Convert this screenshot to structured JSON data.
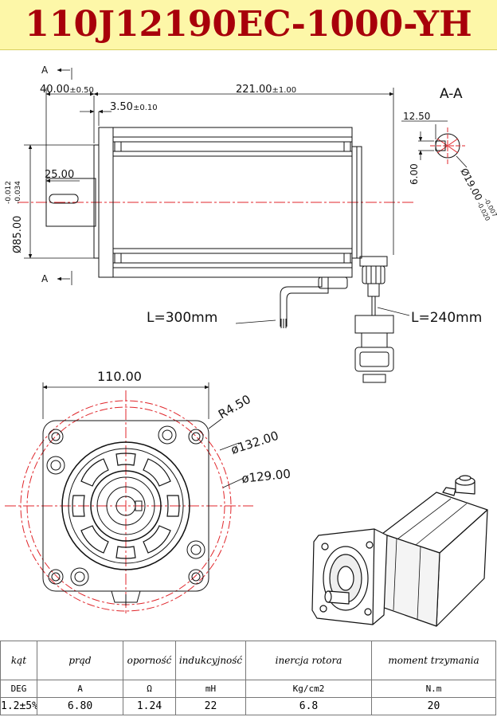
{
  "title": "110J12190EC-1000-YH",
  "side_view": {
    "section_marker_top": "A",
    "section_marker_bottom": "A",
    "dim_flange_thickness": "40.00",
    "dim_flange_thickness_tol": "±0.50",
    "dim_body_length": "221.00",
    "dim_body_length_tol": "±1.00",
    "dim_boss": "3.50",
    "dim_boss_tol": "±0.10",
    "dim_shaft_length": "25.00",
    "dim_pilot_dia": "Ø85.00",
    "dim_pilot_tol_upper": "-0.012",
    "dim_pilot_tol_lower": "-0.034",
    "cable_motor": "L=300mm",
    "cable_encoder": "L=240mm"
  },
  "section": {
    "label": "A-A",
    "dim_key_width": "12.50",
    "dim_key_depth": "6.00",
    "dim_shaft_dia": "Ø19.00",
    "dim_shaft_tol_upper": "-0.007",
    "dim_shaft_tol_lower": "-0.020"
  },
  "front_view": {
    "dim_flange_width": "110.00",
    "dim_corner_radius": "R4.50",
    "dim_bolt_circle": "ø132.00",
    "dim_outer_circle": "ø129.00"
  },
  "colors": {
    "title": "#a8000a",
    "title_bg": "#fdf7a8",
    "centerline": "#e0262b"
  },
  "spec_table": {
    "headers": [
      "kąt",
      "prąd",
      "oporność",
      "indukcyjność",
      "inercja rotora",
      "moment trzymania"
    ],
    "units": [
      "DEG",
      "A",
      "Ω",
      "mH",
      "Kg/cm2",
      "N.m"
    ],
    "values": [
      "1.2±5%",
      "6.80",
      "1.24",
      "22",
      "6.8",
      "20"
    ]
  }
}
